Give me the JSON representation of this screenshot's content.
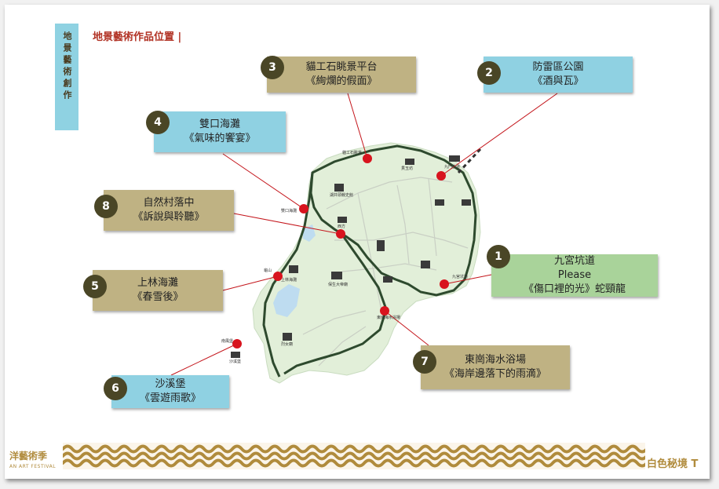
{
  "page": {
    "vertical_label": "地景藝術創作",
    "title": "地景藝術作品位置 |"
  },
  "colors": {
    "blue_box": "#8fd1e2",
    "khaki_box": "#bfb283",
    "green_box": "#a9d39a",
    "badge": "#4a4626",
    "marker": "#d8141e",
    "trail": "#2e4a2e",
    "land": "#e2efd9",
    "water": "#bedcf0",
    "footer_gold": "#b08b3c"
  },
  "artworks": [
    {
      "num": "1",
      "line1": "九宮坑道",
      "line2": "Please",
      "line3": "《傷口裡的光》蛇頸龍"
    },
    {
      "num": "2",
      "line1": "防雷區公園",
      "line2": "《酒與瓦》"
    },
    {
      "num": "3",
      "line1": "貓工石眺景平台",
      "line2": "《絢爛的假面》"
    },
    {
      "num": "4",
      "line1": "雙口海灘",
      "line2": "《氣味的饗宴》"
    },
    {
      "num": "5",
      "line1": "上林海灘",
      "line2": "《春雪後》"
    },
    {
      "num": "6",
      "line1": "沙溪堡",
      "line2": "《雲遊雨歌》"
    },
    {
      "num": "7",
      "line1": "東崗海水浴場",
      "line2": "《海岸邊落下的雨滴》"
    },
    {
      "num": "8",
      "line1": "自然村落中",
      "line2": "《訴說與聆聽》"
    }
  ],
  "map_labels": [
    "貓工石眺景",
    "貫玉坊",
    "九門古道",
    "湖井頭戰史館",
    "雙口海灘",
    "西方",
    "九宮坑道",
    "上林海灘",
    "龜山",
    "保生大帝廟",
    "東崗海水浴場",
    "烈女廟",
    "沙溪堡",
    "南風堡"
  ],
  "footer": {
    "left_logo": "洋藝術季",
    "left_logo_sub": "AN ART FESTIVAL",
    "right_logo": "白色秘境 T"
  }
}
